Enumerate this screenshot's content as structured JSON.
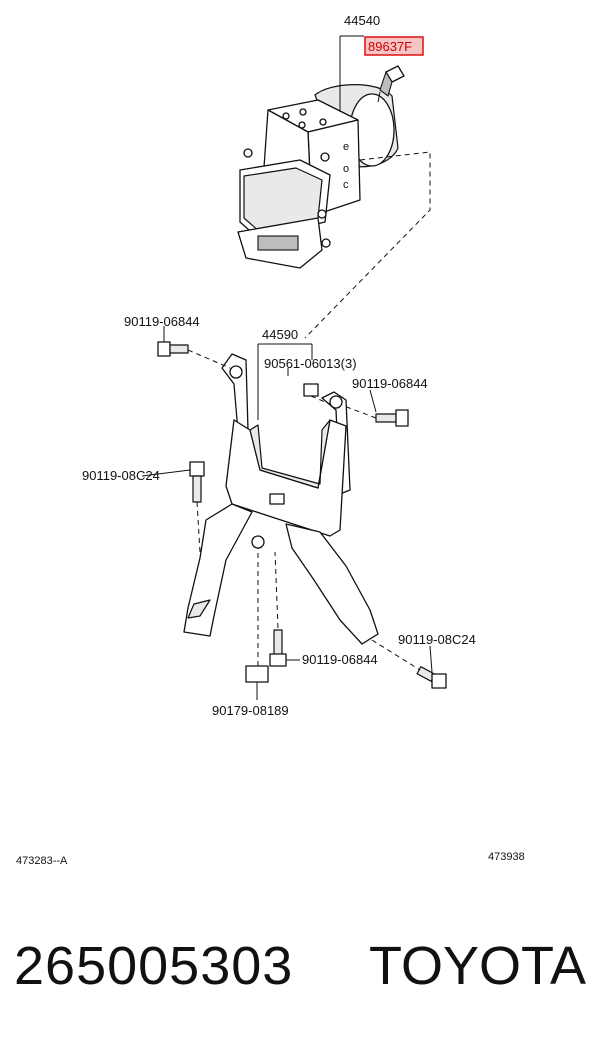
{
  "diagram": {
    "labels": {
      "actuator": "44540",
      "sensor_highlight": "89637F",
      "bracket": "44590",
      "bolt_top_left": "90119-06844",
      "nut_center": "90561-06013(3)",
      "bolt_right": "90119-06844",
      "bolt_left": "90119-08C24",
      "bolt_lower_right": "90119-08C24",
      "bolt_bottom_center": "90119-06844",
      "grommet": "90179-08189"
    },
    "ref_left": "473283--A",
    "ref_right": "473938",
    "highlight_color": "#d11111"
  },
  "footer": {
    "part_number": "265005303",
    "brand": "TOYOTA"
  }
}
